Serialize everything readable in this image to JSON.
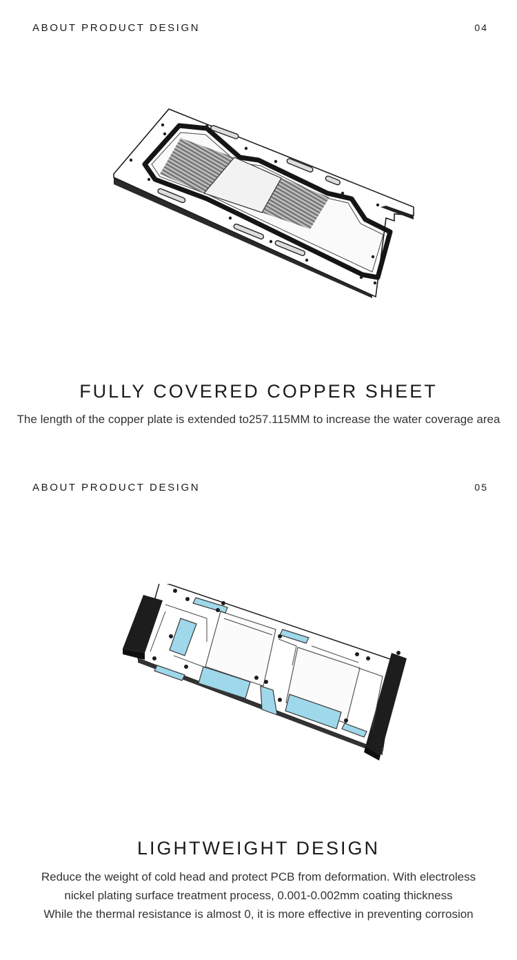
{
  "sections": [
    {
      "header_label": "ABOUT PRODUCT DESIGN",
      "number": "04",
      "title": "FULLY COVERED COPPER SHEET",
      "description": [
        "The length of the copper plate is extended to257.115MM to increase the water coverage area"
      ]
    },
    {
      "header_label": "ABOUT PRODUCT DESIGN",
      "number": "05",
      "title": "LIGHTWEIGHT DESIGN",
      "description": [
        "Reduce the weight of cold head and protect PCB from deformation. With electroless",
        "nickel plating surface treatment process, 0.001-0.002mm coating thickness",
        "While the thermal resistance is almost 0, it is more effective in preventing corrosion"
      ]
    }
  ],
  "colors": {
    "text": "#1a1a1a",
    "thermal_pad": "#9fd8ea",
    "outline": "#1c1c1c",
    "fins": "#8a8a8a"
  }
}
